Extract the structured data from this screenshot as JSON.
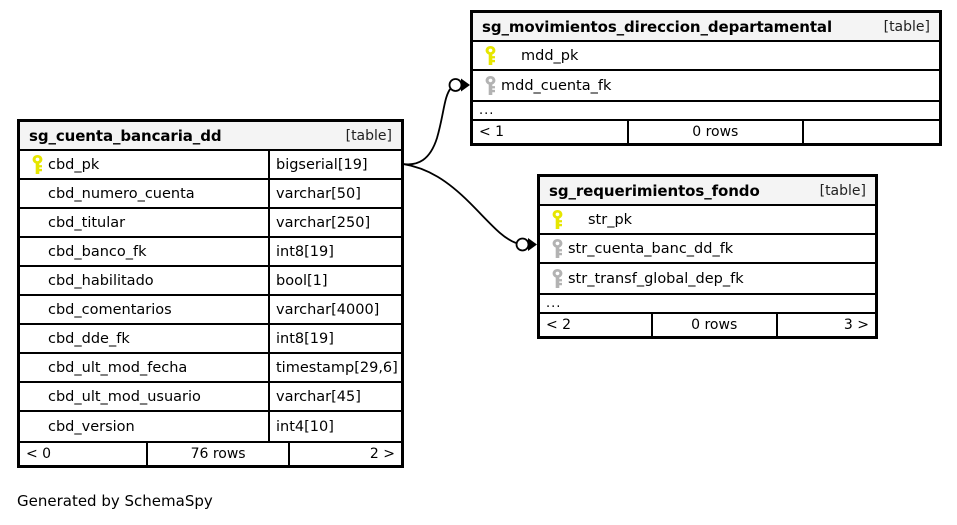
{
  "diagram": {
    "caption": "Generated by SchemaSpy",
    "table_tag": "[table]",
    "ellipsis": "...",
    "rows_suffix": "rows",
    "colors": {
      "primary_key": "#e6e600",
      "foreign_key": "#b3b3b3",
      "border": "#000000",
      "header_background": "#f4f4f4",
      "background": "#ffffff"
    }
  },
  "tables": [
    {
      "id": "sg_cuenta_bancaria_dd",
      "title": "sg_cuenta_bancaria_dd",
      "tag": "[table]",
      "has_types": true,
      "columns": [
        {
          "key": "pk",
          "name": "cbd_pk",
          "type": "bigserial[19]"
        },
        {
          "key": "",
          "name": "cbd_numero_cuenta",
          "type": "varchar[50]"
        },
        {
          "key": "",
          "name": "cbd_titular",
          "type": "varchar[250]"
        },
        {
          "key": "",
          "name": "cbd_banco_fk",
          "type": "int8[19]"
        },
        {
          "key": "",
          "name": "cbd_habilitado",
          "type": "bool[1]"
        },
        {
          "key": "",
          "name": "cbd_comentarios",
          "type": "varchar[4000]"
        },
        {
          "key": "",
          "name": "cbd_dde_fk",
          "type": "int8[19]"
        },
        {
          "key": "",
          "name": "cbd_ult_mod_fecha",
          "type": "timestamp[29,6]"
        },
        {
          "key": "",
          "name": "cbd_ult_mod_usuario",
          "type": "varchar[45]"
        },
        {
          "key": "",
          "name": "cbd_version",
          "type": "int4[10]"
        }
      ],
      "has_ellipsis": false,
      "footer": {
        "left": "< 0",
        "center": "76 rows",
        "right": "2 >"
      }
    },
    {
      "id": "sg_movimientos_direccion_departamental",
      "title": "sg_movimientos_direccion_departamental",
      "tag": "[table]",
      "has_types": false,
      "columns": [
        {
          "key": "pk",
          "name": "mdd_pk",
          "type": ""
        },
        {
          "key": "fk",
          "name": "mdd_cuenta_fk",
          "type": ""
        }
      ],
      "has_ellipsis": true,
      "footer": {
        "left": "< 1",
        "center": "0 rows",
        "right": ""
      }
    },
    {
      "id": "sg_requerimientos_fondo",
      "title": "sg_requerimientos_fondo",
      "tag": "[table]",
      "has_types": false,
      "columns": [
        {
          "key": "pk",
          "name": "str_pk",
          "type": ""
        },
        {
          "key": "fk",
          "name": "str_cuenta_banc_dd_fk",
          "type": ""
        },
        {
          "key": "fk",
          "name": "str_transf_global_dep_fk",
          "type": ""
        }
      ],
      "has_ellipsis": true,
      "footer": {
        "left": "< 2",
        "center": "0 rows",
        "right": "3 >"
      }
    }
  ],
  "relationships": [
    {
      "from": "sg_cuenta_bancaria_dd.cbd_pk",
      "to": "sg_movimientos_direccion_departamental.mdd_cuenta_fk"
    },
    {
      "from": "sg_cuenta_bancaria_dd.cbd_pk",
      "to": "sg_requerimientos_fondo.str_cuenta_banc_dd_fk"
    }
  ]
}
